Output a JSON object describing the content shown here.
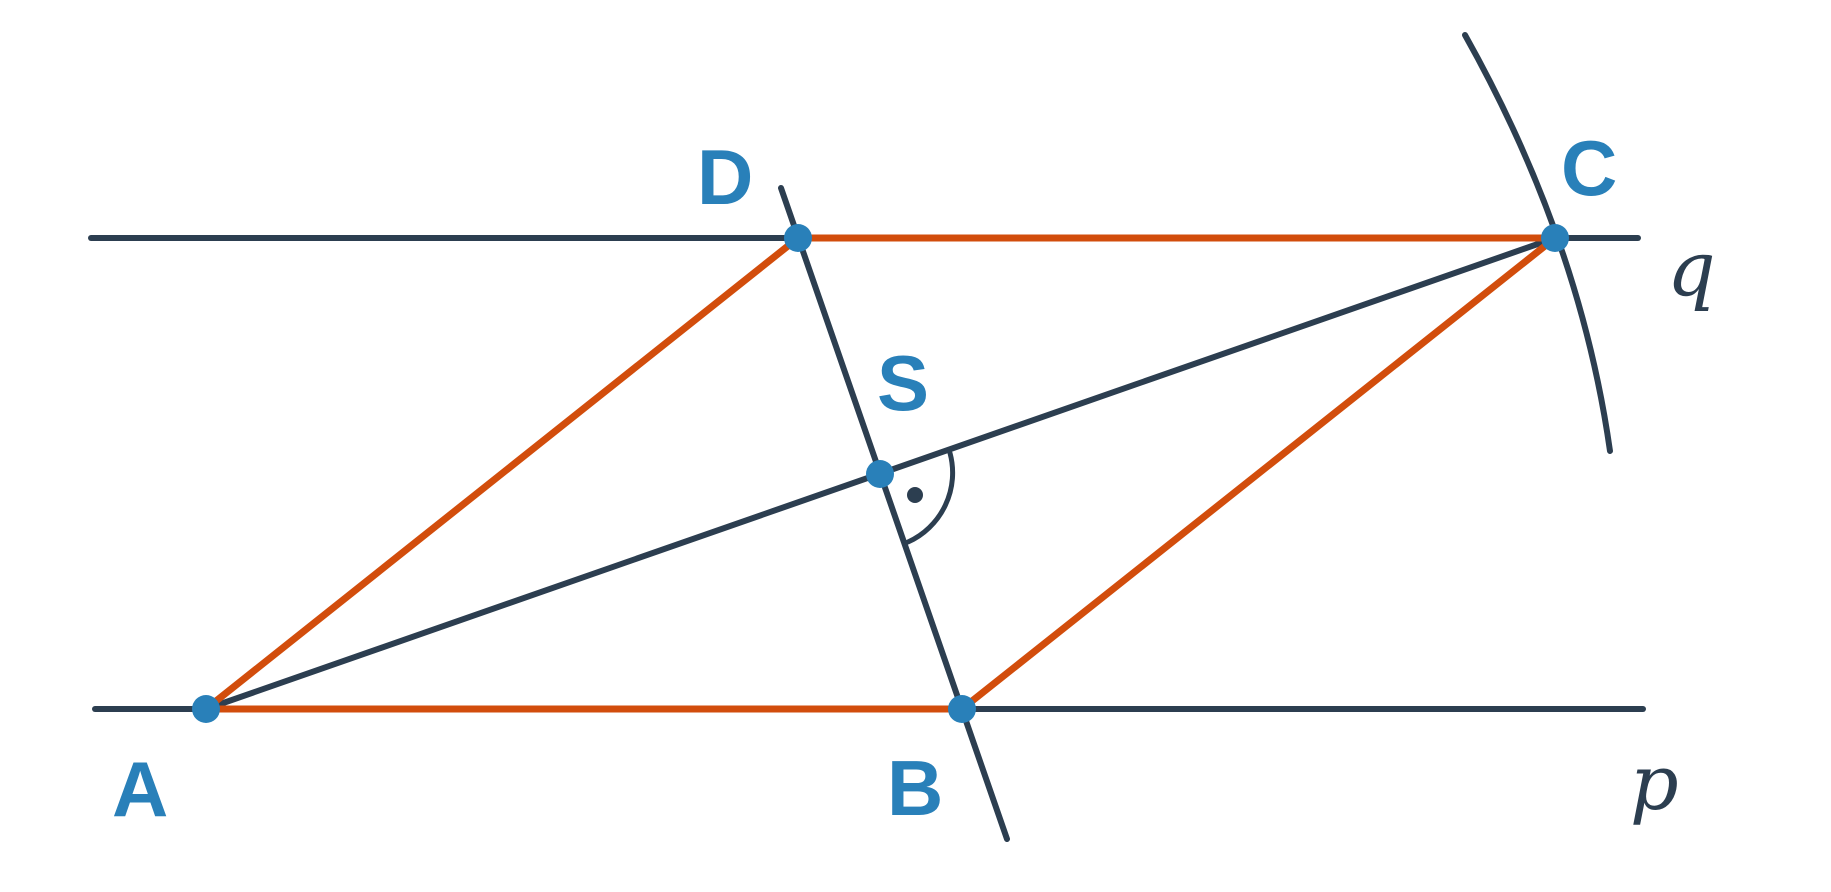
{
  "diagram": {
    "points": {
      "A": "A",
      "B": "B",
      "C": "C",
      "D": "D",
      "S": "S"
    },
    "lines": {
      "p": "p",
      "q": "q"
    },
    "colors": {
      "construction": "#2c3e50",
      "parallelogram": "#d24d0c",
      "point": "#2980b9"
    }
  }
}
